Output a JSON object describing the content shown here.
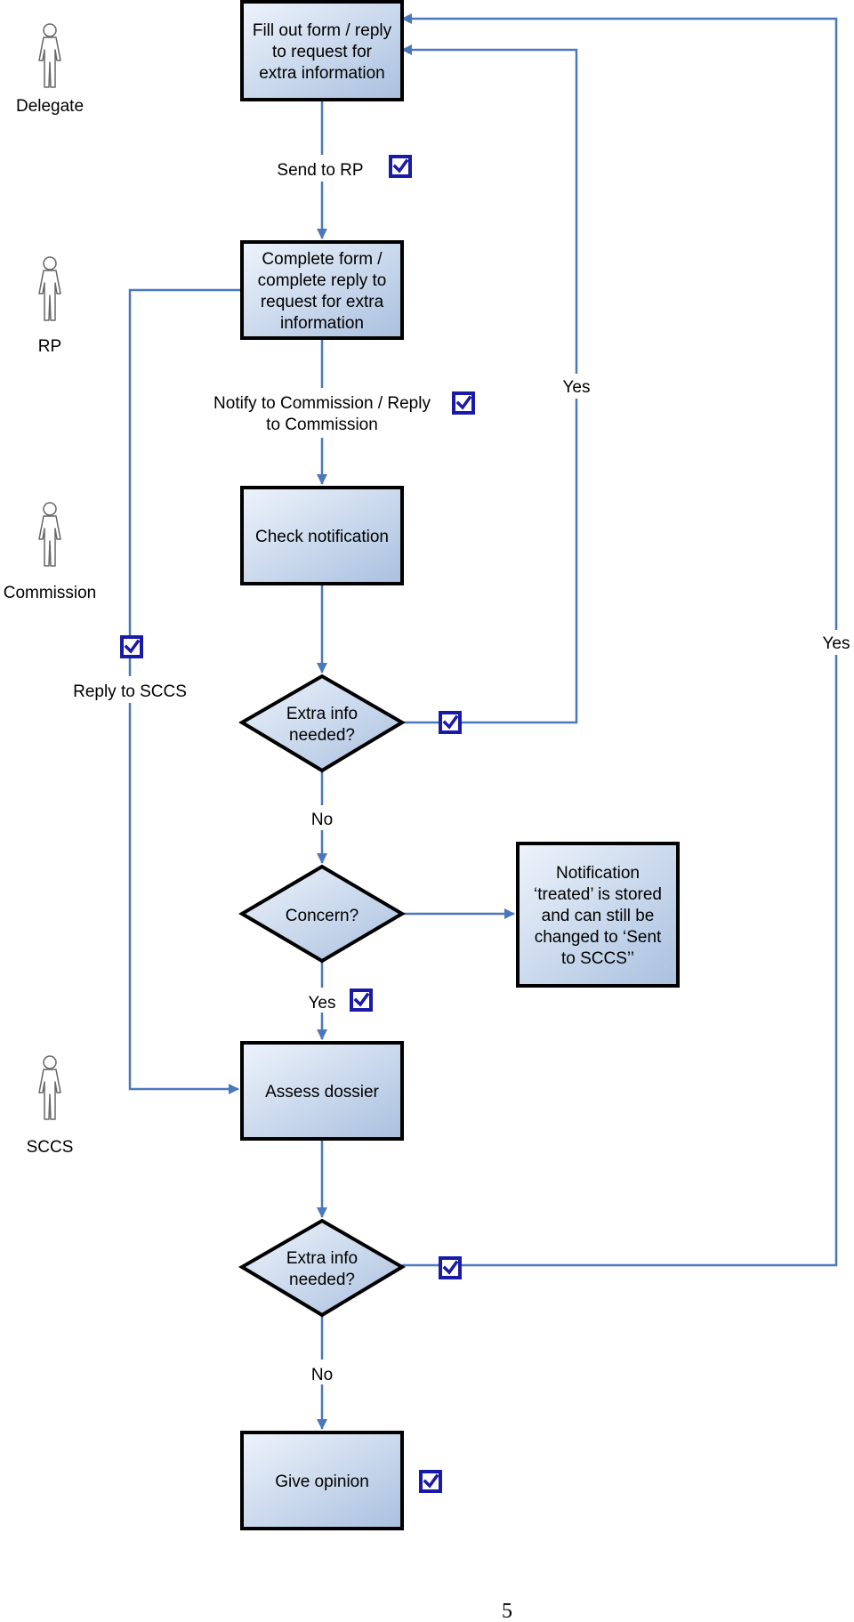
{
  "actors": [
    {
      "label": "Delegate"
    },
    {
      "label": "RP"
    },
    {
      "label": "Commission"
    },
    {
      "label": "SCCS"
    }
  ],
  "nodes": {
    "fill_out_form": [
      "Fill out form / reply",
      "to request for",
      "extra information"
    ],
    "complete_form": [
      "Complete form /",
      "complete reply to",
      "request for extra",
      "information"
    ],
    "check_notification": [
      "Check notification"
    ],
    "extra_info_1": [
      "Extra info",
      "needed?"
    ],
    "concern": [
      "Concern?"
    ],
    "notification_treated": [
      "Notification",
      "‘treated’ is stored",
      "and can still be",
      "changed to ‘Sent",
      "to SCCS’’"
    ],
    "assess_dossier": [
      "Assess dossier"
    ],
    "extra_info_2": [
      "Extra info",
      "needed?"
    ],
    "give_opinion": [
      "Give opinion"
    ]
  },
  "edge_labels": {
    "send_to_rp": [
      "Send to RP"
    ],
    "notify_commission": [
      "Notify to Commission / Reply",
      "to Commission"
    ],
    "reply_to_sccs": [
      "Reply to SCCS"
    ],
    "yes_commission_loop": [
      "Yes"
    ],
    "yes_sccs_loop": [
      "Yes"
    ],
    "no_after_extra_1": [
      "No"
    ],
    "yes_after_concern": [
      "Yes"
    ],
    "no_after_extra_2": [
      "No"
    ]
  },
  "page_number": "5",
  "colors": {
    "line": "#4a78bd",
    "box_fill_light": "#e8eef8",
    "box_fill_dark": "#a7bedd",
    "box_stroke": "#000000",
    "checkbox": "#1a1aa8"
  }
}
